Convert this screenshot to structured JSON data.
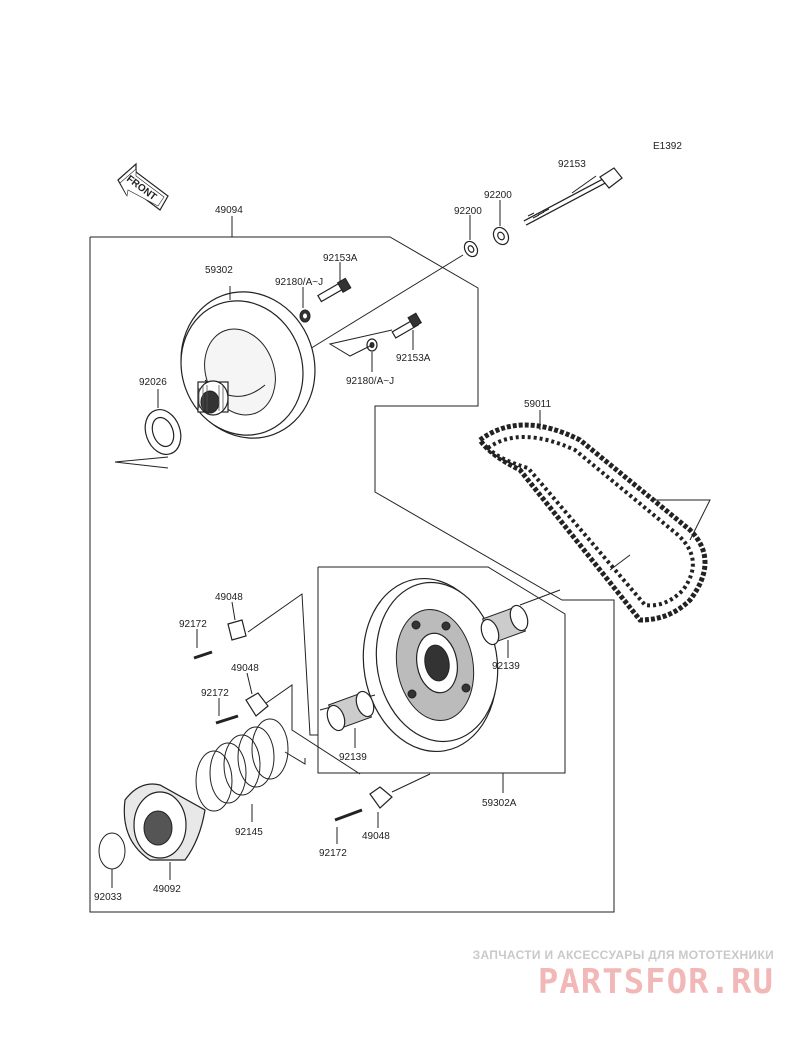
{
  "diagram_code": "E1392",
  "front_label": "FRONT",
  "parts": {
    "p92153": "92153",
    "p92200a": "92200",
    "p92200b": "92200",
    "p49094": "49094",
    "p92153A_top": "92153A",
    "p92180_top": "92180/A~J",
    "p59302": "59302",
    "p92153A_mid": "92153A",
    "p92180_mid": "92180/A~J",
    "p92026": "92026",
    "p59011": "59011",
    "p49048_a": "49048",
    "p92172_a": "92172",
    "p49048_b": "49048",
    "p92172_b": "92172",
    "p92139_right": "92139",
    "p92139_left": "92139",
    "p92145": "92145",
    "p59302A": "59302A",
    "p49048_c": "49048",
    "p92172_c": "92172",
    "p92033": "92033",
    "p49092": "49092"
  },
  "watermark": {
    "subtitle": "ЗАПЧАСТИ И АКСЕССУАРЫ ДЛЯ МОТОТЕХНИКИ",
    "logo": "PARTSFOR.RU"
  }
}
